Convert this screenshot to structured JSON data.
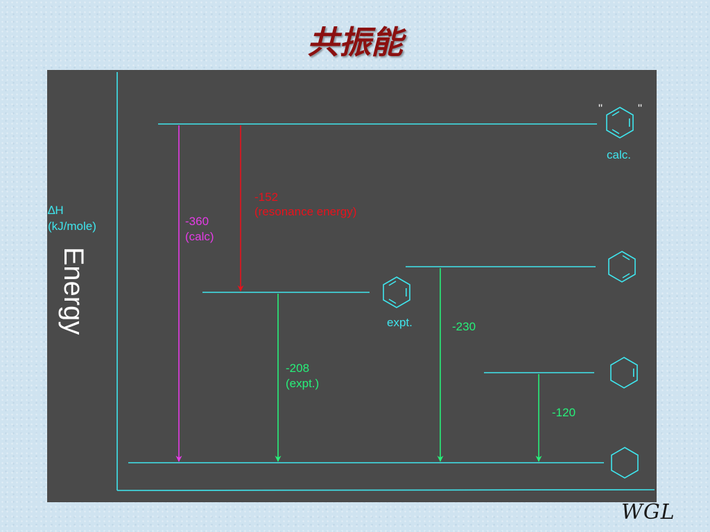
{
  "title": "共振能",
  "axis": {
    "delta_h_label": "∆H",
    "unit_label": "(kJ/mole)",
    "energy_label": "Energy"
  },
  "labels": {
    "calc_label": "calc.",
    "expt_label": "expt.",
    "quote_open": "\"",
    "quote_close": "\"",
    "calc_value": "-360",
    "calc_note": "(calc)",
    "resonance_value": "-152",
    "resonance_note": "(resonance energy)",
    "expt_value": "-208",
    "expt_note": "(expt.)",
    "diene_value": "-230",
    "alkene_value": "-120"
  },
  "watermark": "WGL",
  "colors": {
    "level_line": "#3fe6ee",
    "arrow_green": "#27f07a",
    "arrow_magenta": "#e43ce6",
    "arrow_red": "#e8121c",
    "panel": "#4a4a4a",
    "title": "#8b1010"
  },
  "icons": [
    "cyclohexatriene-icon",
    "benzene-icon",
    "cyclohexadiene-icon",
    "cyclohexene-icon",
    "cyclohexane-icon"
  ]
}
